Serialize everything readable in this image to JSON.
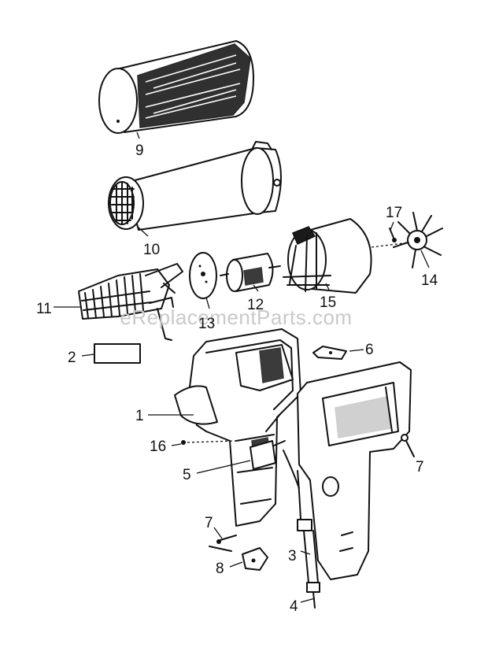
{
  "watermark": "eReplacementParts.com",
  "callouts": {
    "c1": "1",
    "c2": "2",
    "c3": "3",
    "c4": "4",
    "c5": "5",
    "c6": "6",
    "c7a": "7",
    "c7b": "7",
    "c8": "8",
    "c9": "9",
    "c10": "10",
    "c11": "11",
    "c12": "12",
    "c13": "13",
    "c14": "14",
    "c15": "15",
    "c16": "16",
    "c17": "17"
  }
}
